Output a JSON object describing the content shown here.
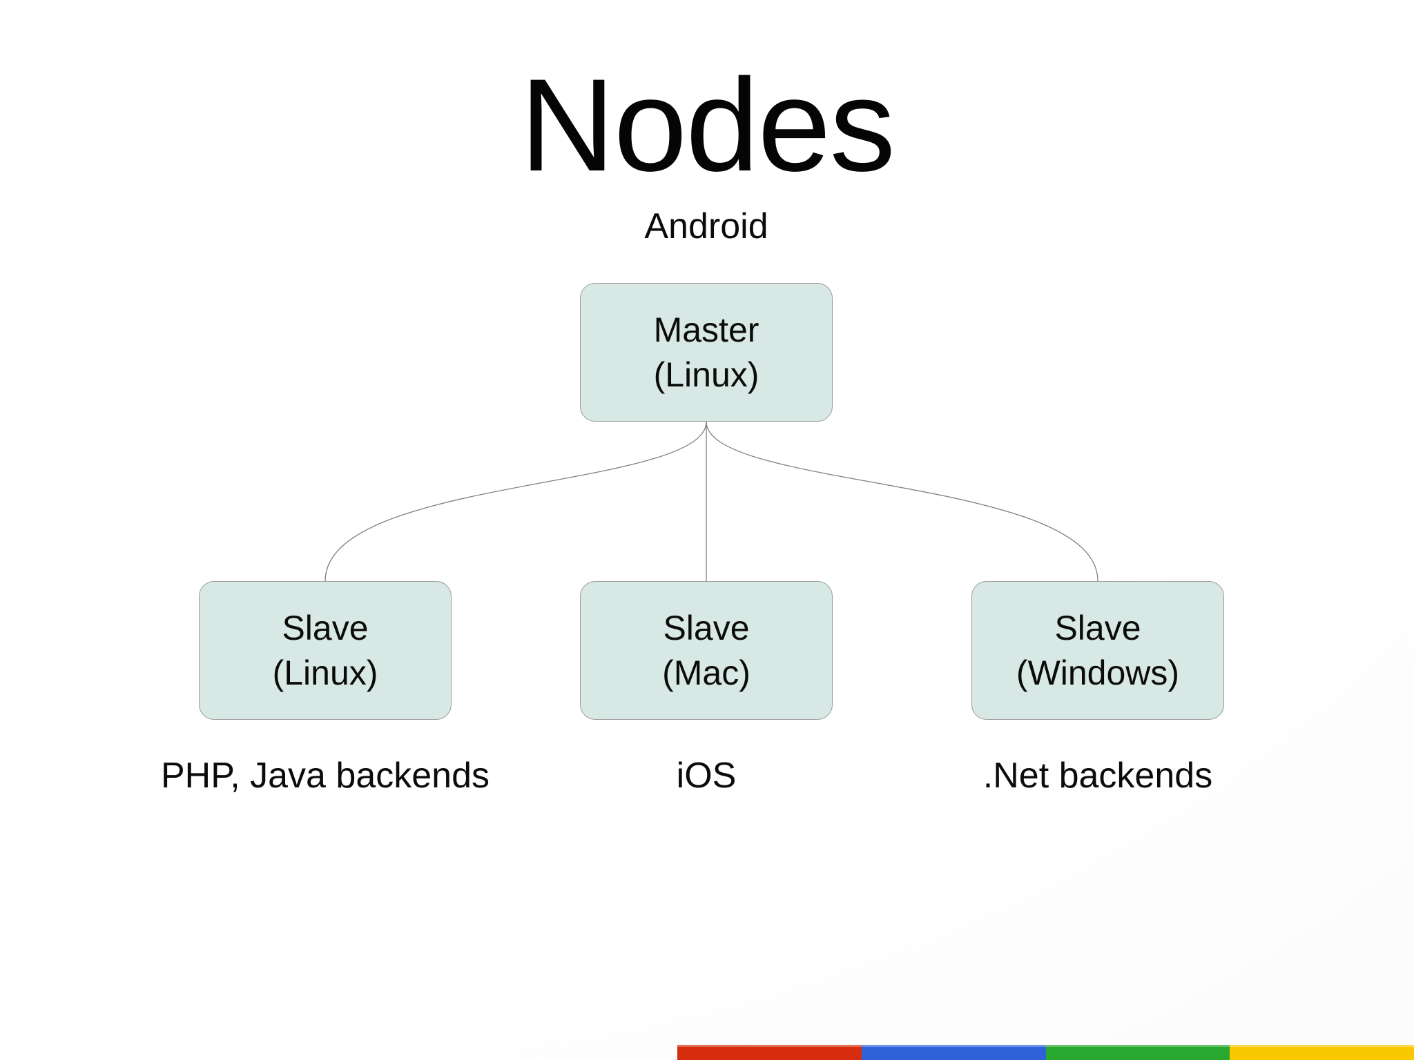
{
  "slide": {
    "title": "Nodes",
    "top_label": "Android"
  },
  "diagram": {
    "master": {
      "line1": "Master",
      "line2": "(Linux)"
    },
    "slaves": [
      {
        "line1": "Slave",
        "line2": "(Linux)",
        "caption": "PHP, Java backends"
      },
      {
        "line1": "Slave",
        "line2": "(Mac)",
        "caption": "iOS"
      },
      {
        "line1": "Slave",
        "line2": "(Windows)",
        "caption": ".Net backends"
      }
    ],
    "edges": [
      {
        "from": "master",
        "to": "slave-linux"
      },
      {
        "from": "master",
        "to": "slave-mac"
      },
      {
        "from": "master",
        "to": "slave-windows"
      }
    ],
    "node_fill_color": "#d8e8e4",
    "node_border_color": "#9b9b9b",
    "connector_color": "#808080"
  },
  "footer_bar": {
    "colors": {
      "red": "#d62d0e",
      "blue": "#2f62d8",
      "green": "#28a82e",
      "yellow": "#f9c800"
    },
    "order": [
      "red",
      "blue",
      "green",
      "yellow"
    ]
  }
}
